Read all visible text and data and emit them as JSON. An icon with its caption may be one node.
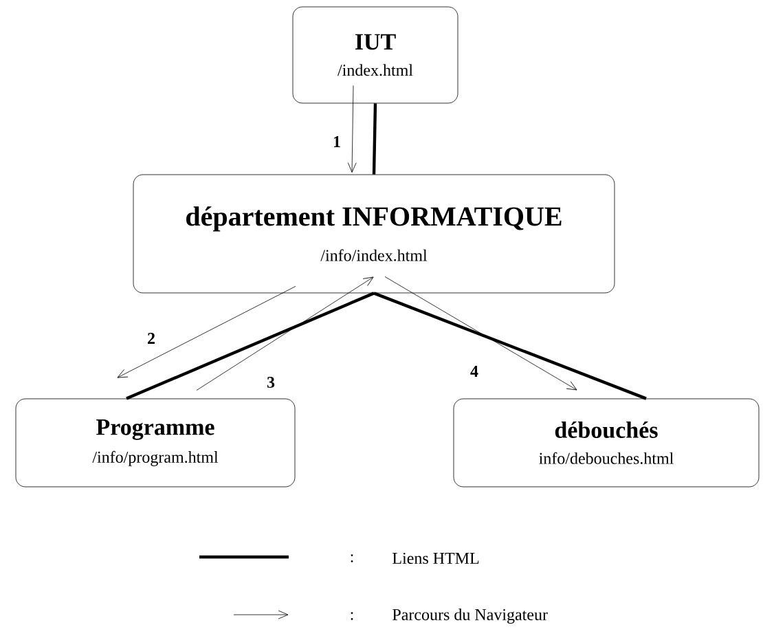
{
  "diagram": {
    "nodes": [
      {
        "text": [
          "IUT",
          "/index.html"
        ]
      },
      {
        "text": [
          "département INFORMATIQUE",
          "/info/index.html"
        ]
      },
      {
        "text": [
          "Programme",
          "/info/program.html"
        ]
      },
      {
        "text": [
          "débouchés",
          "info/debouches.html"
        ]
      }
    ],
    "edges": [
      {
        "from": 0,
        "to": 1,
        "arrow": "none",
        "style": "thick"
      },
      {
        "from": 1,
        "to": 2,
        "arrow": "none",
        "style": "thick"
      },
      {
        "from": 1,
        "to": 3,
        "arrow": "none",
        "style": "thick"
      },
      {
        "from": 0,
        "to": 1,
        "arrow": "to",
        "label": "1"
      },
      {
        "from": 1,
        "to": 2,
        "arrow": "to",
        "label": "2"
      },
      {
        "from": 2,
        "to": 1,
        "arrow": "to",
        "label": "3"
      },
      {
        "from": 1,
        "to": 3,
        "arrow": "to",
        "label": "4"
      }
    ],
    "labels": [
      ":",
      ":"
    ],
    "legend": [
      {
        "text": "Liens HTML"
      },
      {
        "text": "Parcours du Navigateur"
      }
    ]
  }
}
